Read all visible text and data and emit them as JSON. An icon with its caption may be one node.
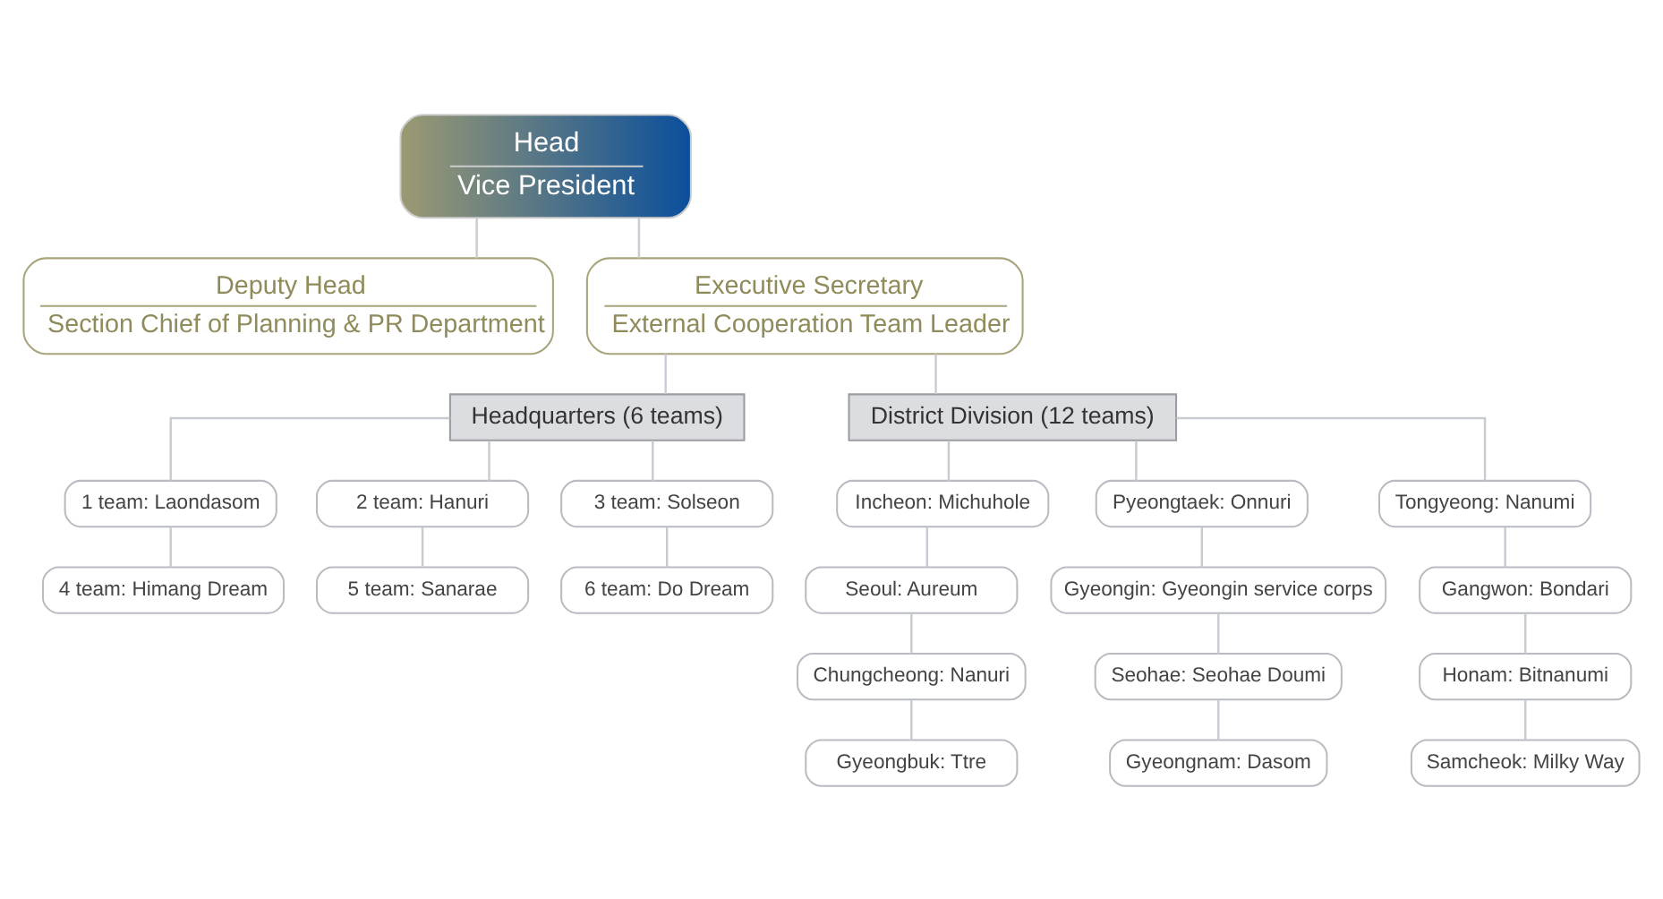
{
  "diagram": {
    "nodes": [
      {
        "text": [
          "Head",
          "Vice President"
        ]
      },
      {
        "text": [
          "Deputy Head",
          "Section Chief of Planning & PR Department"
        ]
      },
      {
        "text": [
          "Executive Secretary",
          "External Cooperation Team Leader"
        ]
      },
      {
        "text": [
          "Headquarters (6 teams)"
        ]
      },
      {
        "text": [
          "District Division (12 teams)"
        ]
      },
      {
        "text": [
          "1 team: Laondasom"
        ]
      },
      {
        "text": [
          "2 team: Hanuri"
        ]
      },
      {
        "text": [
          "3 team: Solseon"
        ]
      },
      {
        "text": [
          "4 team: Himang Dream"
        ]
      },
      {
        "text": [
          "5 team: Sanarae"
        ]
      },
      {
        "text": [
          "6 team: Do Dream"
        ]
      },
      {
        "text": [
          "Incheon: Michuhole"
        ]
      },
      {
        "text": [
          "Pyeongtaek: Onnuri"
        ]
      },
      {
        "text": [
          "Tongyeong: Nanumi"
        ]
      },
      {
        "text": [
          "Seoul: Aureum"
        ]
      },
      {
        "text": [
          "Gyeongin: Gyeongin service corps"
        ]
      },
      {
        "text": [
          "Gangwon: Bondari"
        ]
      },
      {
        "text": [
          "Chungcheong: Nanuri"
        ]
      },
      {
        "text": [
          "Seohae: Seohae Doumi"
        ]
      },
      {
        "text": [
          "Honam: Bitnanumi"
        ]
      },
      {
        "text": [
          "Gyeongbuk: Ttre"
        ]
      },
      {
        "text": [
          "Gyeongnam: Dasom"
        ]
      },
      {
        "text": [
          "Samcheok: Milky Way"
        ]
      }
    ],
    "edges": [
      {
        "from": 0,
        "to": 1,
        "arrow": "none"
      },
      {
        "from": 0,
        "to": 2,
        "arrow": "none"
      },
      {
        "from": 2,
        "to": 3,
        "arrow": "none"
      },
      {
        "from": 2,
        "to": 4,
        "arrow": "none"
      },
      {
        "from": 3,
        "to": 5,
        "arrow": "none"
      },
      {
        "from": 3,
        "to": 6,
        "arrow": "none"
      },
      {
        "from": 3,
        "to": 7,
        "arrow": "none"
      },
      {
        "from": 5,
        "to": 8,
        "arrow": "none"
      },
      {
        "from": 6,
        "to": 9,
        "arrow": "none"
      },
      {
        "from": 7,
        "to": 10,
        "arrow": "none"
      },
      {
        "from": 4,
        "to": 11,
        "arrow": "none"
      },
      {
        "from": 4,
        "to": 12,
        "arrow": "none"
      },
      {
        "from": 4,
        "to": 13,
        "arrow": "none"
      },
      {
        "from": 11,
        "to": 14,
        "arrow": "none"
      },
      {
        "from": 14,
        "to": 17,
        "arrow": "none"
      },
      {
        "from": 17,
        "to": 20,
        "arrow": "none"
      },
      {
        "from": 12,
        "to": 15,
        "arrow": "none"
      },
      {
        "from": 15,
        "to": 18,
        "arrow": "none"
      },
      {
        "from": 18,
        "to": 21,
        "arrow": "none"
      },
      {
        "from": 13,
        "to": 16,
        "arrow": "none"
      },
      {
        "from": 16,
        "to": 19,
        "arrow": "none"
      },
      {
        "from": 19,
        "to": 22,
        "arrow": "none"
      }
    ]
  }
}
